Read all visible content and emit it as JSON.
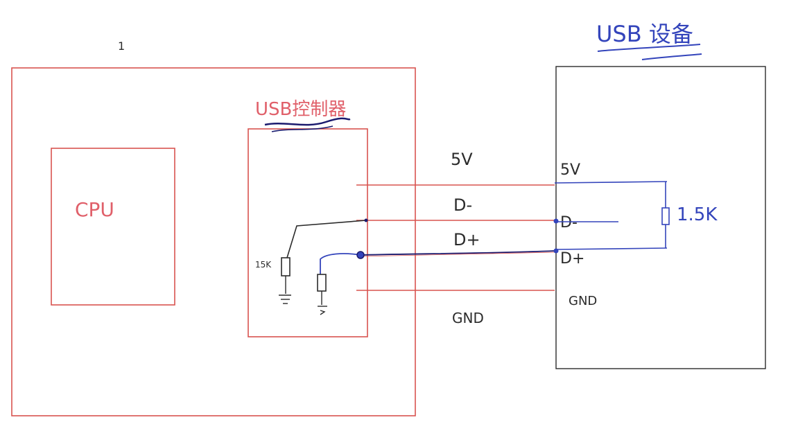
{
  "colors": {
    "red": "#d9534f",
    "black": "#2b2b2b",
    "blue": "#3344bb",
    "navy": "#1a1a6e",
    "red_text": "#e0606a"
  },
  "labels": {
    "usb_device_title": "USB 设备",
    "usb_controller": "USB控制器",
    "cpu": "CPU",
    "wire_5v": "5V",
    "wire_dminus": "D-",
    "wire_dplus": "D+",
    "wire_gnd": "GND",
    "dev_5v": "5V",
    "dev_dminus": "D-",
    "dev_dplus": "D+",
    "dev_gnd": "GND",
    "pullup": "1.5K",
    "pulldown": "15K",
    "tick_mark": "1"
  }
}
